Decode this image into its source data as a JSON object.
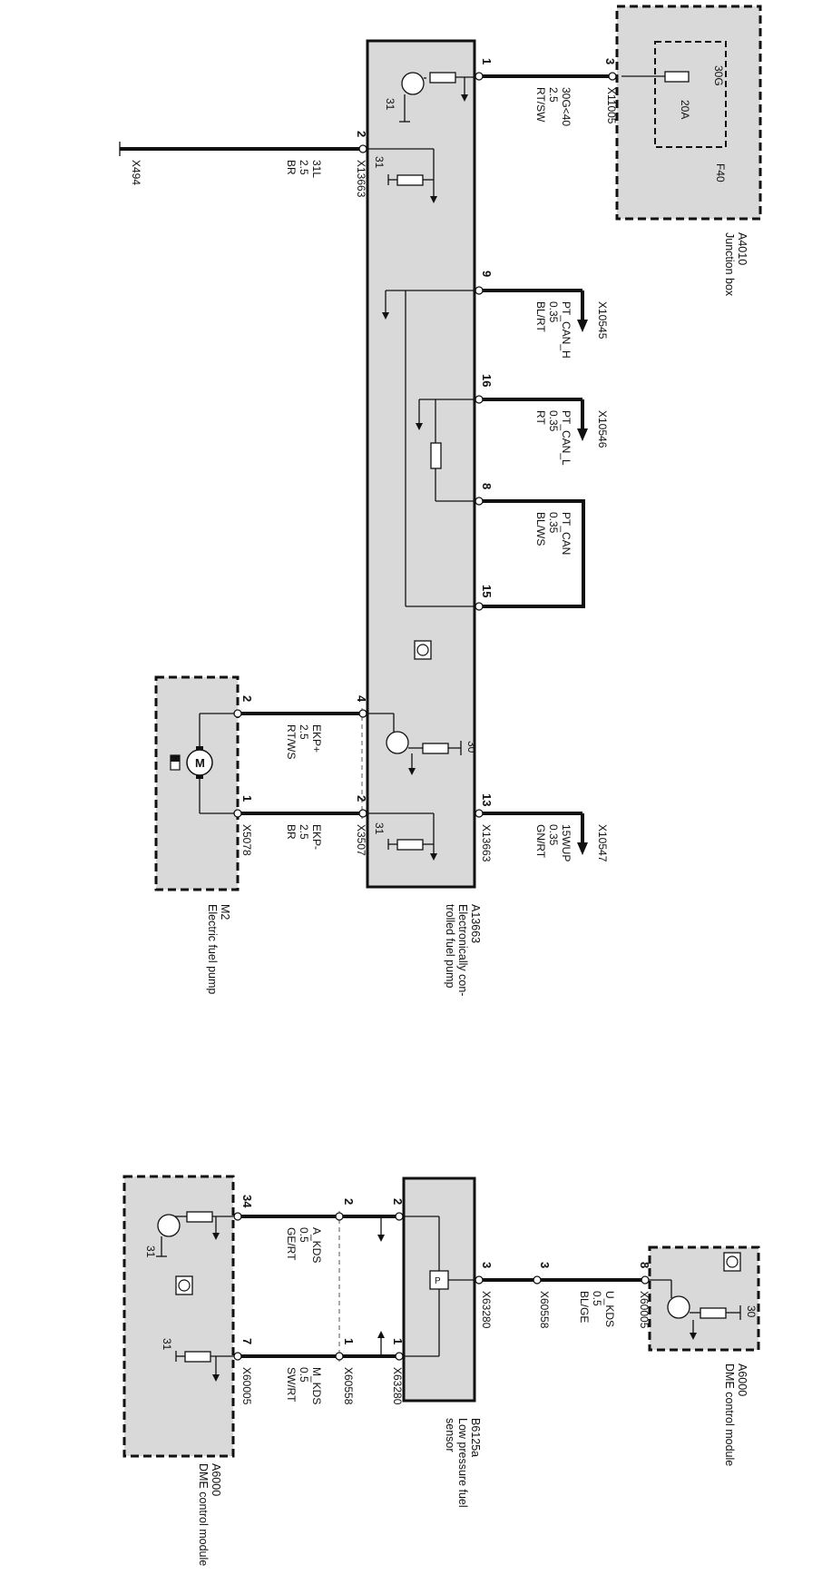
{
  "diagram": {
    "junction_box": {
      "id": "A4010",
      "name": "Junction box",
      "fuse_id": "F40",
      "fuse_rating": "20A",
      "fuse_terminal": "30G"
    },
    "fuel_pump_ctrl": {
      "id": "A13663",
      "name_line1": "Electronically con-",
      "name_line2": "trolled fuel pump"
    },
    "fuel_pump": {
      "id": "M2",
      "name": "Electric fuel pump"
    },
    "sensor": {
      "id": "B6125a",
      "name_line1": "Low pressure fuel",
      "name_line2": "sensor"
    },
    "dme_top": {
      "id": "A6000",
      "name": "DME control module"
    },
    "dme_bottom": {
      "id": "A6000",
      "name": "DME control module"
    },
    "ground_ref": "31",
    "supply_ref": "30",
    "wires": [
      {
        "key": "supply",
        "pin_a": "1",
        "pin_b": "3",
        "conn_a": "",
        "conn_b": "X11005",
        "signal": "30G<40",
        "size": "2.5",
        "color": "RT/SW"
      },
      {
        "key": "ground",
        "pin_a": "2",
        "conn_a": "X13663",
        "conn_b": "X494",
        "signal": "31L",
        "size": "2.5",
        "color": "BR"
      },
      {
        "key": "can_h",
        "pin_a": "9",
        "conn_b": "X10545",
        "signal": "PT_CAN_H",
        "size": "0.35",
        "color": "BL/RT"
      },
      {
        "key": "can_l",
        "pin_a": "16",
        "conn_b": "X10546",
        "signal": "PT_CAN_L",
        "size": "0.35",
        "color": "RT"
      },
      {
        "key": "can_loop",
        "pin_a": "8",
        "pin_b": "15",
        "signal": "PT_CAN",
        "size": "0.35",
        "color": "BL/WS"
      },
      {
        "key": "ekp_plus",
        "pin_a": "4",
        "pin_b": "2",
        "signal": "EKP+",
        "size": "2.5",
        "color": "RT/WS"
      },
      {
        "key": "ekp_minus",
        "pin_a": "2",
        "pin_b": "1",
        "conn_a": "X3507",
        "conn_b": "X5078",
        "signal": "EKP-",
        "size": "2.5",
        "color": "BR"
      },
      {
        "key": "wup",
        "pin_a": "13",
        "conn_a": "X13663",
        "conn_b": "X10547",
        "signal": "15WUP",
        "size": "0.35",
        "color": "GN/RT"
      },
      {
        "key": "u_kds",
        "pin_a": "3",
        "pin_b": "3",
        "pin_c": "8",
        "conn_a": "X63280",
        "conn_b": "X60558",
        "conn_c": "X60005",
        "signal": "U_KDS",
        "size": "0.5",
        "color": "BL/GE"
      },
      {
        "key": "a_kds",
        "pin_a": "2",
        "pin_b": "2",
        "pin_c": "34",
        "signal": "A_KDS",
        "size": "0.5",
        "color": "GE/RT"
      },
      {
        "key": "m_kds",
        "pin_a": "1",
        "pin_b": "1",
        "pin_c": "7",
        "conn_a": "X63280",
        "conn_b": "X60558",
        "conn_c": "X60005",
        "signal": "M_KDS",
        "size": "0.5",
        "color": "SW/RT"
      }
    ]
  }
}
